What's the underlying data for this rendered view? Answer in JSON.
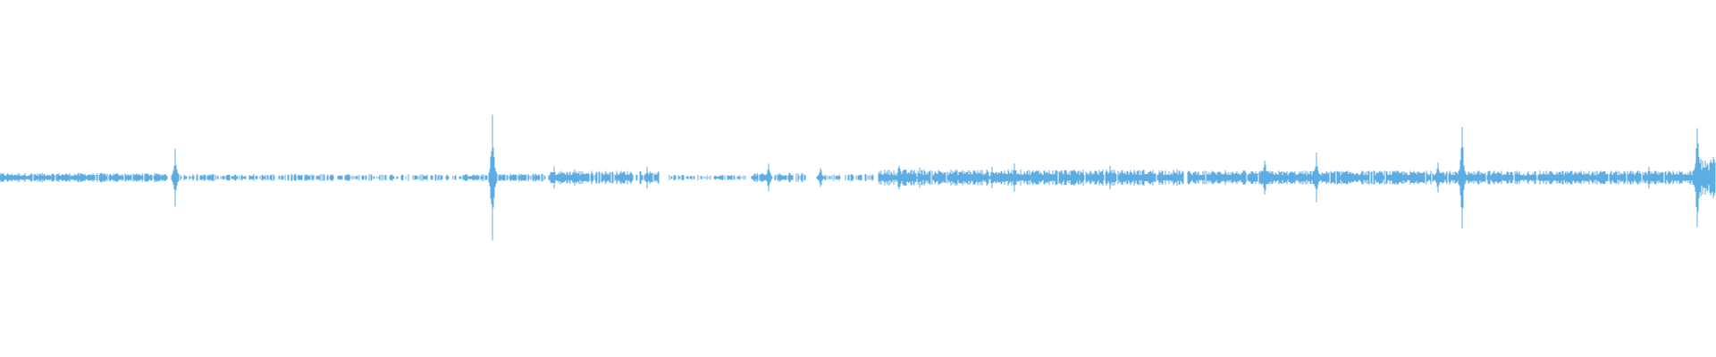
{
  "waveform": {
    "color": "#5dade2",
    "duration_fraction": 1.0,
    "segments": [
      {
        "start": 0.0,
        "end": 0.098,
        "amp": 0.02,
        "gap_density": 0.05
      },
      {
        "start": 0.102,
        "end": 0.285,
        "amp": 0.015,
        "gap_density": 0.35
      },
      {
        "start": 0.289,
        "end": 0.318,
        "amp": 0.018,
        "gap_density": 0.2
      },
      {
        "start": 0.32,
        "end": 0.385,
        "amp": 0.03,
        "gap_density": 0.08
      },
      {
        "start": 0.39,
        "end": 0.435,
        "amp": 0.012,
        "gap_density": 0.45
      },
      {
        "start": 0.438,
        "end": 0.47,
        "amp": 0.02,
        "gap_density": 0.25
      },
      {
        "start": 0.478,
        "end": 0.51,
        "amp": 0.015,
        "gap_density": 0.4
      },
      {
        "start": 0.512,
        "end": 0.69,
        "amp": 0.035,
        "gap_density": 0.05
      },
      {
        "start": 0.692,
        "end": 0.99,
        "amp": 0.03,
        "gap_density": 0.04
      },
      {
        "start": 0.99,
        "end": 1.0,
        "amp": 0.09,
        "gap_density": 0.0
      }
    ],
    "spikes": [
      {
        "at": 0.102,
        "amp": 0.2
      },
      {
        "at": 0.287,
        "amp": 0.44
      },
      {
        "at": 0.323,
        "amp": 0.08
      },
      {
        "at": 0.335,
        "amp": 0.05
      },
      {
        "at": 0.377,
        "amp": 0.07
      },
      {
        "at": 0.448,
        "amp": 0.09
      },
      {
        "at": 0.478,
        "amp": 0.08
      },
      {
        "at": 0.524,
        "amp": 0.1
      },
      {
        "at": 0.536,
        "amp": 0.06
      },
      {
        "at": 0.545,
        "amp": 0.06
      },
      {
        "at": 0.556,
        "amp": 0.05
      },
      {
        "at": 0.578,
        "amp": 0.06
      },
      {
        "at": 0.591,
        "amp": 0.09
      },
      {
        "at": 0.647,
        "amp": 0.09
      },
      {
        "at": 0.714,
        "amp": 0.06
      },
      {
        "at": 0.737,
        "amp": 0.14
      },
      {
        "at": 0.767,
        "amp": 0.16
      },
      {
        "at": 0.838,
        "amp": 0.1
      },
      {
        "at": 0.852,
        "amp": 0.36
      },
      {
        "at": 0.961,
        "amp": 0.08
      },
      {
        "at": 0.989,
        "amp": 0.36
      }
    ]
  }
}
